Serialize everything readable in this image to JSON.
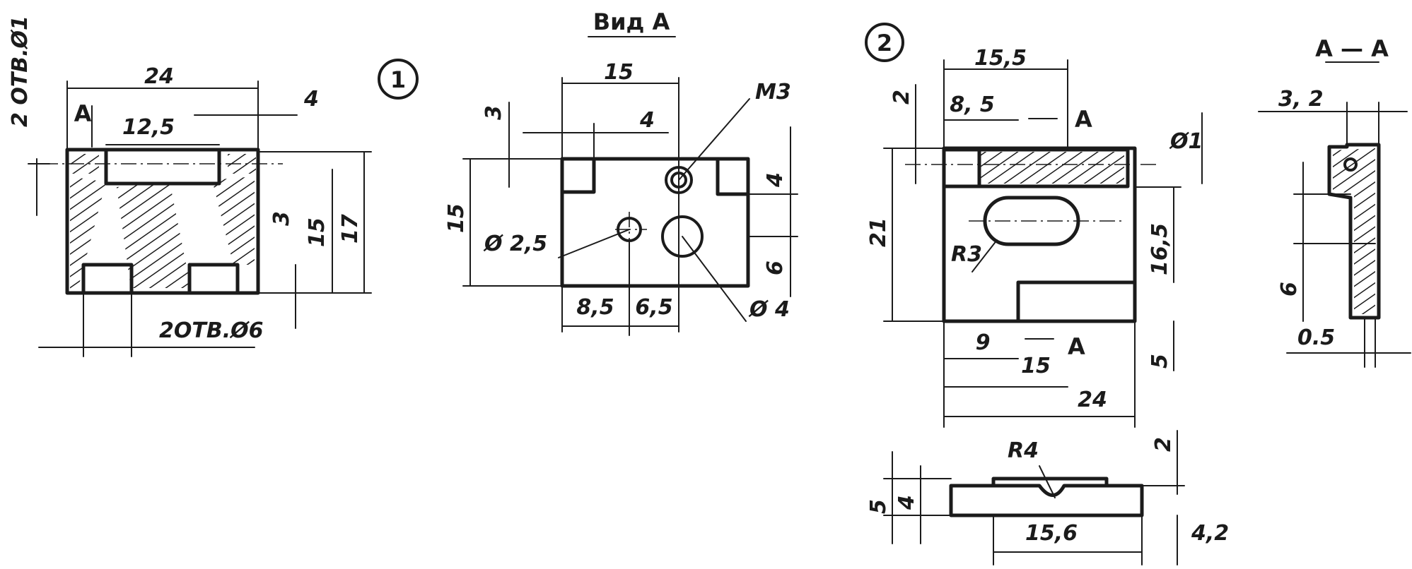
{
  "fig1": {
    "number": "1",
    "holes_d1": "2 ОТВ.Ø1",
    "holes_d6": "2ОТВ.Ø6",
    "dim_24": "24",
    "dim_12_5": "12,5",
    "dim_4": "4",
    "dim_3": "3",
    "dim_15": "15",
    "dim_17": "17",
    "view_mark": "А"
  },
  "view_a": {
    "title": "Вид А",
    "dim_15_top": "15",
    "dim_4": "4",
    "dim_3": "3",
    "dim_15_left": "15",
    "dim_4_right": "4",
    "dim_6_right": "6",
    "dim_8_5": "8,5",
    "dim_6_5": "6,5",
    "thread": "М3",
    "hole_d2_5": "Ø 2,5",
    "hole_d4": "Ø 4"
  },
  "fig2": {
    "number": "2",
    "dim_15_5": "15,5",
    "dim_8_5": "8, 5",
    "dim_2": "2",
    "dim_d1": "Ø1",
    "dim_21": "21",
    "dim_16_5": "16,5",
    "radius_3": "R3",
    "dim_9": "9",
    "dim_15": "15",
    "dim_24": "24",
    "dim_5": "5",
    "section_mark_top": "А",
    "section_mark_bottom": "А"
  },
  "fig2_bottom": {
    "radius_4": "R4",
    "dim_2": "2",
    "dim_5": "5",
    "dim_4": "4",
    "dim_15_6": "15,6",
    "dim_4_2": "4,2"
  },
  "section_aa": {
    "title": "А — А",
    "dim_3_2": "3, 2",
    "dim_6": "6",
    "dim_0_5": "0.5"
  }
}
